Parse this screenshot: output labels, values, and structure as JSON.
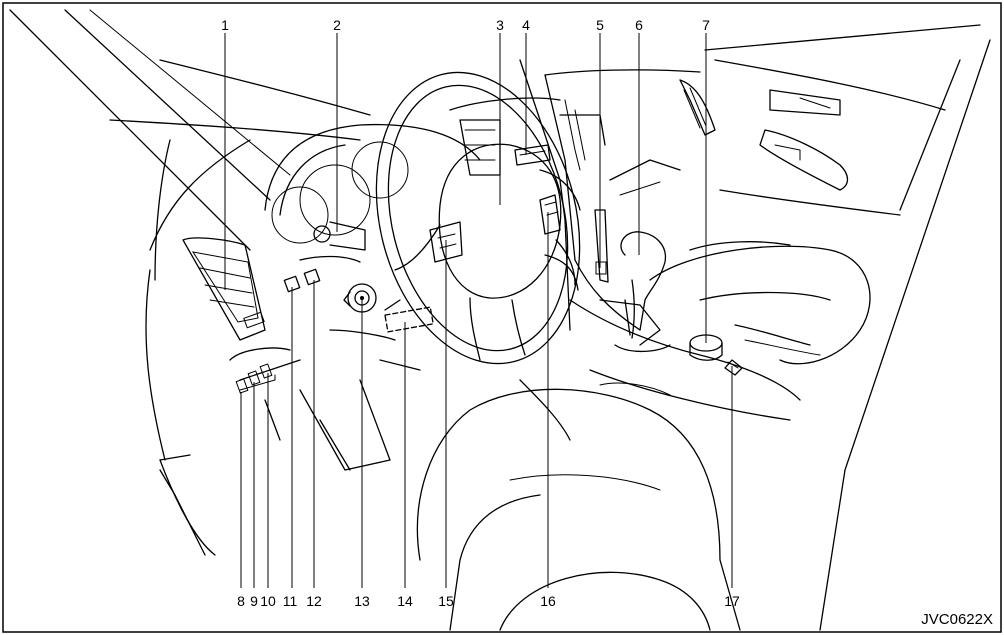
{
  "figure_code": "JVC0622X",
  "callouts": [
    {
      "label": "1"
    },
    {
      "label": "2"
    },
    {
      "label": "3"
    },
    {
      "label": "4"
    },
    {
      "label": "5"
    },
    {
      "label": "6"
    },
    {
      "label": "7"
    },
    {
      "label": "8"
    },
    {
      "label": "9"
    },
    {
      "label": "10"
    },
    {
      "label": "11"
    },
    {
      "label": "12"
    },
    {
      "label": "13"
    },
    {
      "label": "14"
    },
    {
      "label": "15"
    },
    {
      "label": "16"
    },
    {
      "label": "17"
    }
  ]
}
